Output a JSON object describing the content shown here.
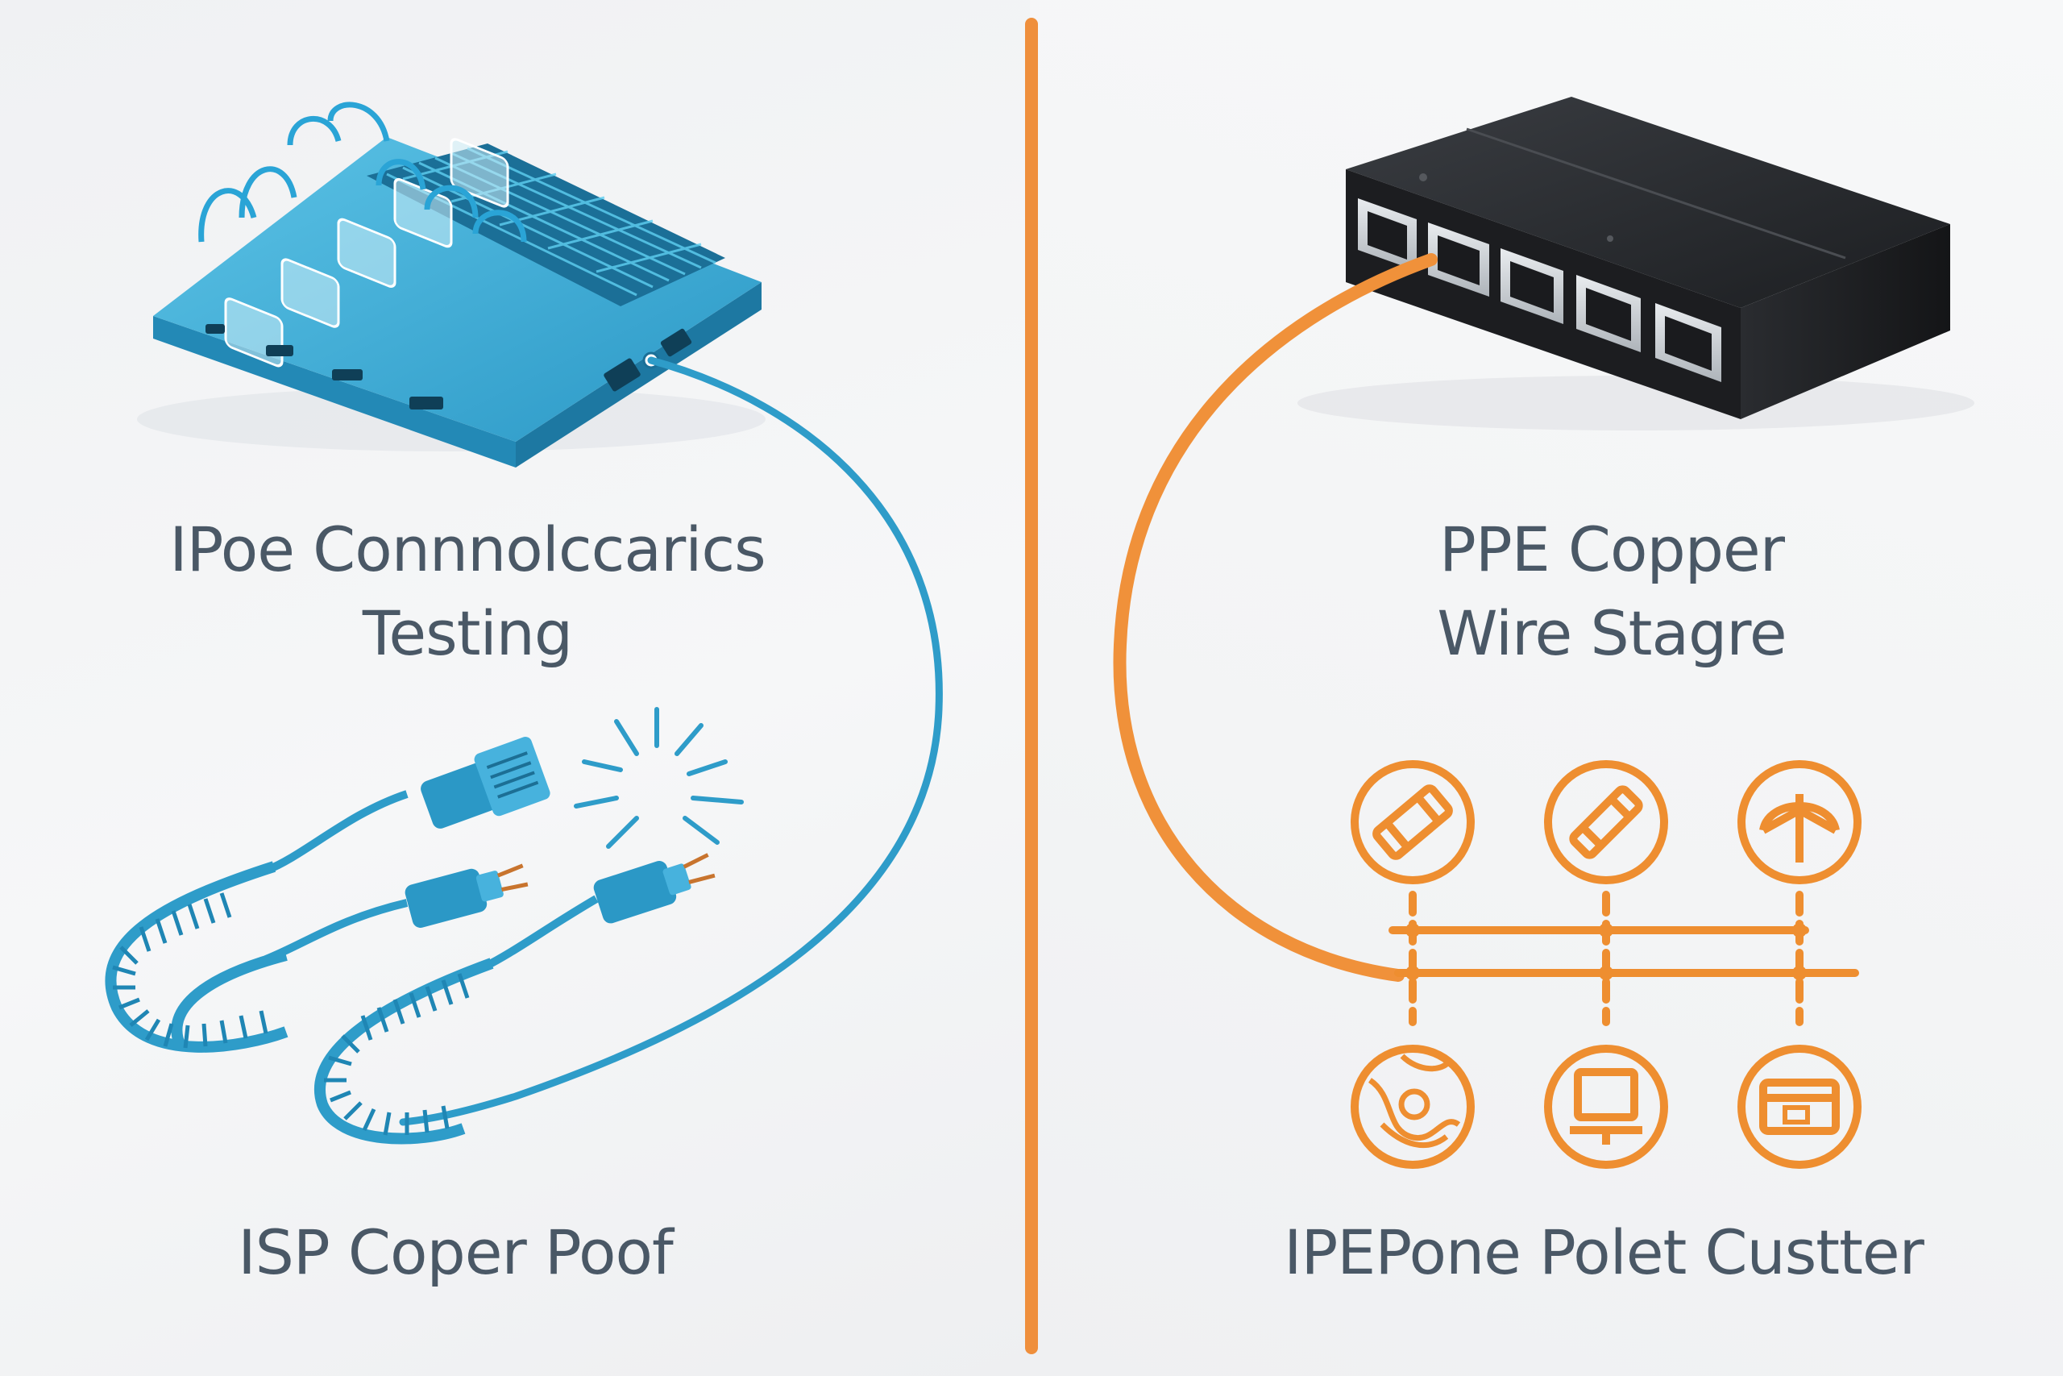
{
  "left": {
    "title_lines": [
      "IPoe Connnolccarics",
      "Testing"
    ],
    "bottom_caption": "ISP Coper Poof"
  },
  "right": {
    "title_lines": [
      "PPE Copper",
      "Wire Stagre"
    ],
    "bottom_caption": "IPEPone Polet Custter"
  },
  "colors": {
    "accent_blue": "#2e9cc9",
    "accent_orange": "#f0913a",
    "divider": "#ef8f3c",
    "text": "#4a5866",
    "device_dark": "#1f2124"
  }
}
